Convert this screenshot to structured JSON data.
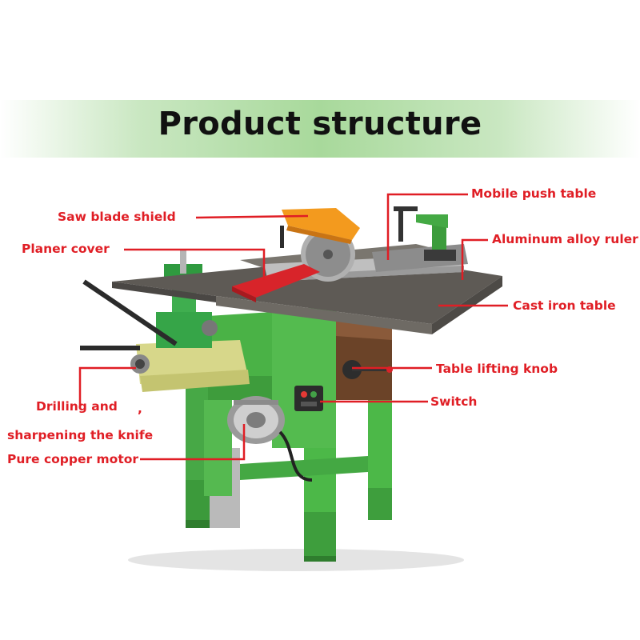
{
  "title": "Product structure",
  "colors": {
    "label_red": "#e01e25",
    "leader_red": "#e01e25",
    "frame_green": "#4cb848",
    "table_gray": "#5e5a55",
    "shield_orange": "#f39a1e",
    "planer_red": "#d8242a",
    "banner_green": "#a8d99b"
  },
  "labels": {
    "saw_blade_shield": "Saw blade shield",
    "planer_cover": "Planer cover",
    "drilling_and": "Drilling and",
    "drilling_comma": ",",
    "sharpening_the_knife": "sharpening the knife",
    "pure_copper_motor": "Pure copper motor",
    "mobile_push_table": "Mobile push table",
    "aluminum_alloy_ruler": "Aluminum alloy ruler",
    "cast_iron_table": "Cast iron table",
    "table_lifting_knob": "Table lifting knob",
    "switch": "Switch"
  }
}
